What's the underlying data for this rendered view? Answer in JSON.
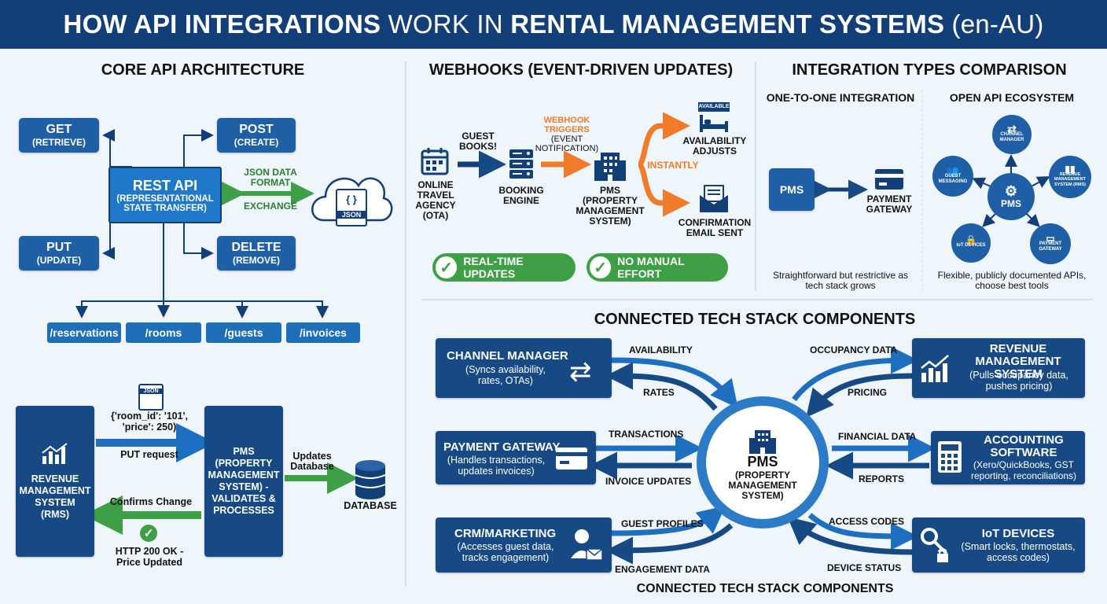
{
  "header": {
    "title_bold_1": "HOW API INTEGRATIONS",
    "title_light_1": "WORK IN",
    "title_bold_2": "RENTAL MANAGEMENT SYSTEMS",
    "title_light_2": "(en-AU)"
  },
  "core": {
    "title": "CORE API ARCHITECTURE",
    "get": {
      "method": "GET",
      "desc": "(RETRIEVE)"
    },
    "post": {
      "method": "POST",
      "desc": "(CREATE)"
    },
    "put": {
      "method": "PUT",
      "desc": "(UPDATE)"
    },
    "delete": {
      "method": "DELETE",
      "desc": "(REMOVE)"
    },
    "rest": {
      "title": "REST API",
      "line1": "(REPRESENTATIONAL",
      "line2": "STATE TRANSFER)"
    },
    "json_format_1": "JSON DATA",
    "json_format_2": "FORMAT",
    "exchange": "EXCHANGE",
    "json_icon_label": "JSON",
    "endpoints": [
      "/reservations",
      "/rooms",
      "/guests",
      "/invoices"
    ]
  },
  "example": {
    "rms_1": "REVENUE",
    "rms_2": "MANAGEMENT",
    "rms_3": "SYSTEM",
    "rms_4": "(RMS)",
    "json_icon": "JSON",
    "payload_1": "{'room_id': '101',",
    "payload_2": "'price': 250)",
    "put_request": "PUT request",
    "pms_1": "PMS",
    "pms_2": "(PROPERTY",
    "pms_3": "MANAGEMENT",
    "pms_4": "SYSTEM) -",
    "pms_5": "VALIDATES &",
    "pms_6": "PROCESSES",
    "updates_1": "Updates",
    "updates_2": "Database",
    "database": "DATABASE",
    "confirms": "Confirms Change",
    "http_1": "HTTP 200 OK -",
    "http_2": "Price Updated"
  },
  "webhooks": {
    "title": "WEBHOOKS (EVENT-DRIVEN UPDATES)",
    "ota_1": "ONLINE",
    "ota_2": "TRAVEL",
    "ota_3": "AGENCY",
    "ota_4": "(OTA)",
    "guest_books_1": "GUEST",
    "guest_books_2": "BOOKS!",
    "booking_1": "BOOKING",
    "booking_2": "ENGINE",
    "trig_1": "WEBHOOK",
    "trig_2": "TRIGGERS",
    "trig_3": "(EVENT",
    "trig_4": "NOTIFICATION)",
    "pms_1": "PMS",
    "pms_2": "(PROPERTY",
    "pms_3": "MANAGEMENT",
    "pms_4": "SYSTEM)",
    "instantly": "INSTANTLY",
    "available_tag": "AVAILABLE",
    "avail_1": "AVAILABILITY",
    "avail_2": "ADJUSTS",
    "conf_1": "CONFIRMATION",
    "conf_2": "EMAIL SENT",
    "pill_1": "REAL-TIME UPDATES",
    "pill_2": "NO MANUAL EFFORT"
  },
  "integration": {
    "title": "INTEGRATION TYPES COMPARISON",
    "one_title": "ONE-TO-ONE INTEGRATION",
    "one_pms": "PMS",
    "one_pay_1": "PAYMENT",
    "one_pay_2": "GATEWAY",
    "one_note_1": "Straightforward but restrictive as",
    "one_note_2": "tech stack grows",
    "open_title": "OPEN API ECOSYSTEM",
    "open_pms": "PMS",
    "nodes": {
      "channel": "CHANNEL MANAGER",
      "revenue": "REVENUE MANAGEMENT SYSTEM (RMS)",
      "guest": "GUEST MESSAGING",
      "iot": "IoT DEVICES",
      "payment": "PAYMENT GATEWAY"
    },
    "open_note_1": "Flexible, publicly documented APIs,",
    "open_note_2": "choose best tools"
  },
  "stack": {
    "title": "CONNECTED TECH STACK COMPONENTS",
    "footer": "CONNECTED TECH STACK COMPONENTS",
    "center_icon_tag": "HOTEL",
    "center_1": "PMS",
    "center_2": "(PROPERTY",
    "center_3": "MANAGEMENT",
    "center_4": "SYSTEM)",
    "channel": {
      "title": "CHANNEL MANAGER",
      "desc_1": "(Syncs availability,",
      "desc_2": "rates, OTAs)",
      "out": "AVAILABILITY",
      "in": "RATES"
    },
    "payment": {
      "title": "PAYMENT GATEWAY",
      "desc_1": "(Handles transactions,",
      "desc_2": "updates invoices)",
      "out": "TRANSACTIONS",
      "in": "INVOICE UPDATES"
    },
    "crm": {
      "title": "CRM/MARKETING",
      "desc_1": "(Accesses guest data,",
      "desc_2": "tracks engagement)",
      "out": "GUEST PROFILES",
      "in": "ENGAGEMENT DATA"
    },
    "revenue": {
      "title_1": "REVENUE",
      "title_2": "MANAGEMENT SYSTEM",
      "desc_1": "(Pulls occupancy data,",
      "desc_2": "pushes pricing)",
      "out": "OCCUPANCY DATA",
      "in": "PRICING"
    },
    "accounting": {
      "title_1": "ACCOUNTING",
      "title_2": "SOFTWARE",
      "desc_1": "(Xero/QuickBooks, GST",
      "desc_2": "reporting, reconciliations)",
      "out": "FINANCIAL DATA",
      "in": "REPORTS"
    },
    "iot": {
      "title": "IoT DEVICES",
      "desc_1": "(Smart locks, thermostats,",
      "desc_2": "access codes)",
      "out": "ACCESS CODES",
      "in": "DEVICE STATUS"
    }
  },
  "colors": {
    "navy": "#123f78",
    "blue": "#1f5fa6",
    "green": "#3f9f46",
    "orange": "#f07b2a"
  }
}
